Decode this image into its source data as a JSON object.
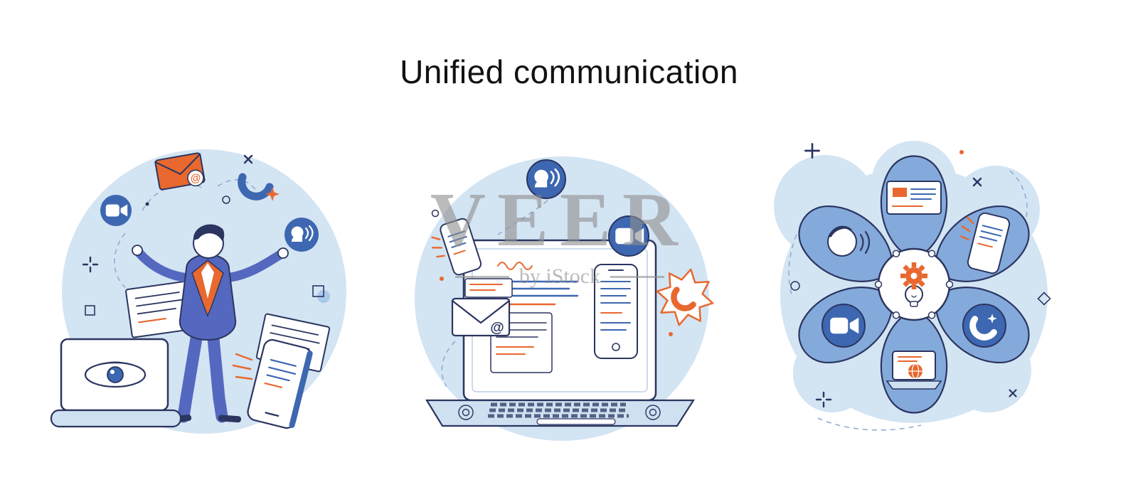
{
  "title": "Unified communication",
  "watermark": {
    "brand": "VEER",
    "byline": "by iStock"
  },
  "glyphs": {
    "at": "@"
  },
  "colors": {
    "background": "#ffffff",
    "title_text": "#111111",
    "blob_light_blue": "#d3e4f3",
    "outline_navy": "#2b3560",
    "suit_blue": "#5568bf",
    "icon_circle_blue": "#3d67b1",
    "petal_blue": "#84aadb",
    "laptop_body_blue": "#cfe0f0",
    "accent_orange": "#e8682f",
    "dashed_line_blue": "#93abd1",
    "watermark_gray": "#8f8f8f"
  },
  "panels": [
    {
      "name": "person-juggling-communication-channels",
      "icons": [
        "envelope-icon",
        "phone-call-star-icon",
        "video-camera-icon",
        "voice-chat-icon",
        "laptop-eye-icon",
        "smartphone-icon",
        "document-icon"
      ]
    },
    {
      "name": "laptop-unified-inbox",
      "icons": [
        "voice-chat-icon",
        "video-camera-icon",
        "envelope-icon",
        "smartphone-icon",
        "phone-ring-star-icon",
        "document-icon",
        "laptop-icon"
      ]
    },
    {
      "name": "communication-channels-flower",
      "icons": [
        "envelope-icon",
        "smartphone-icon",
        "phone-call-star-icon",
        "laptop-globe-icon",
        "video-camera-icon",
        "voice-chat-icon",
        "gear-lightbulb-icon"
      ]
    }
  ]
}
